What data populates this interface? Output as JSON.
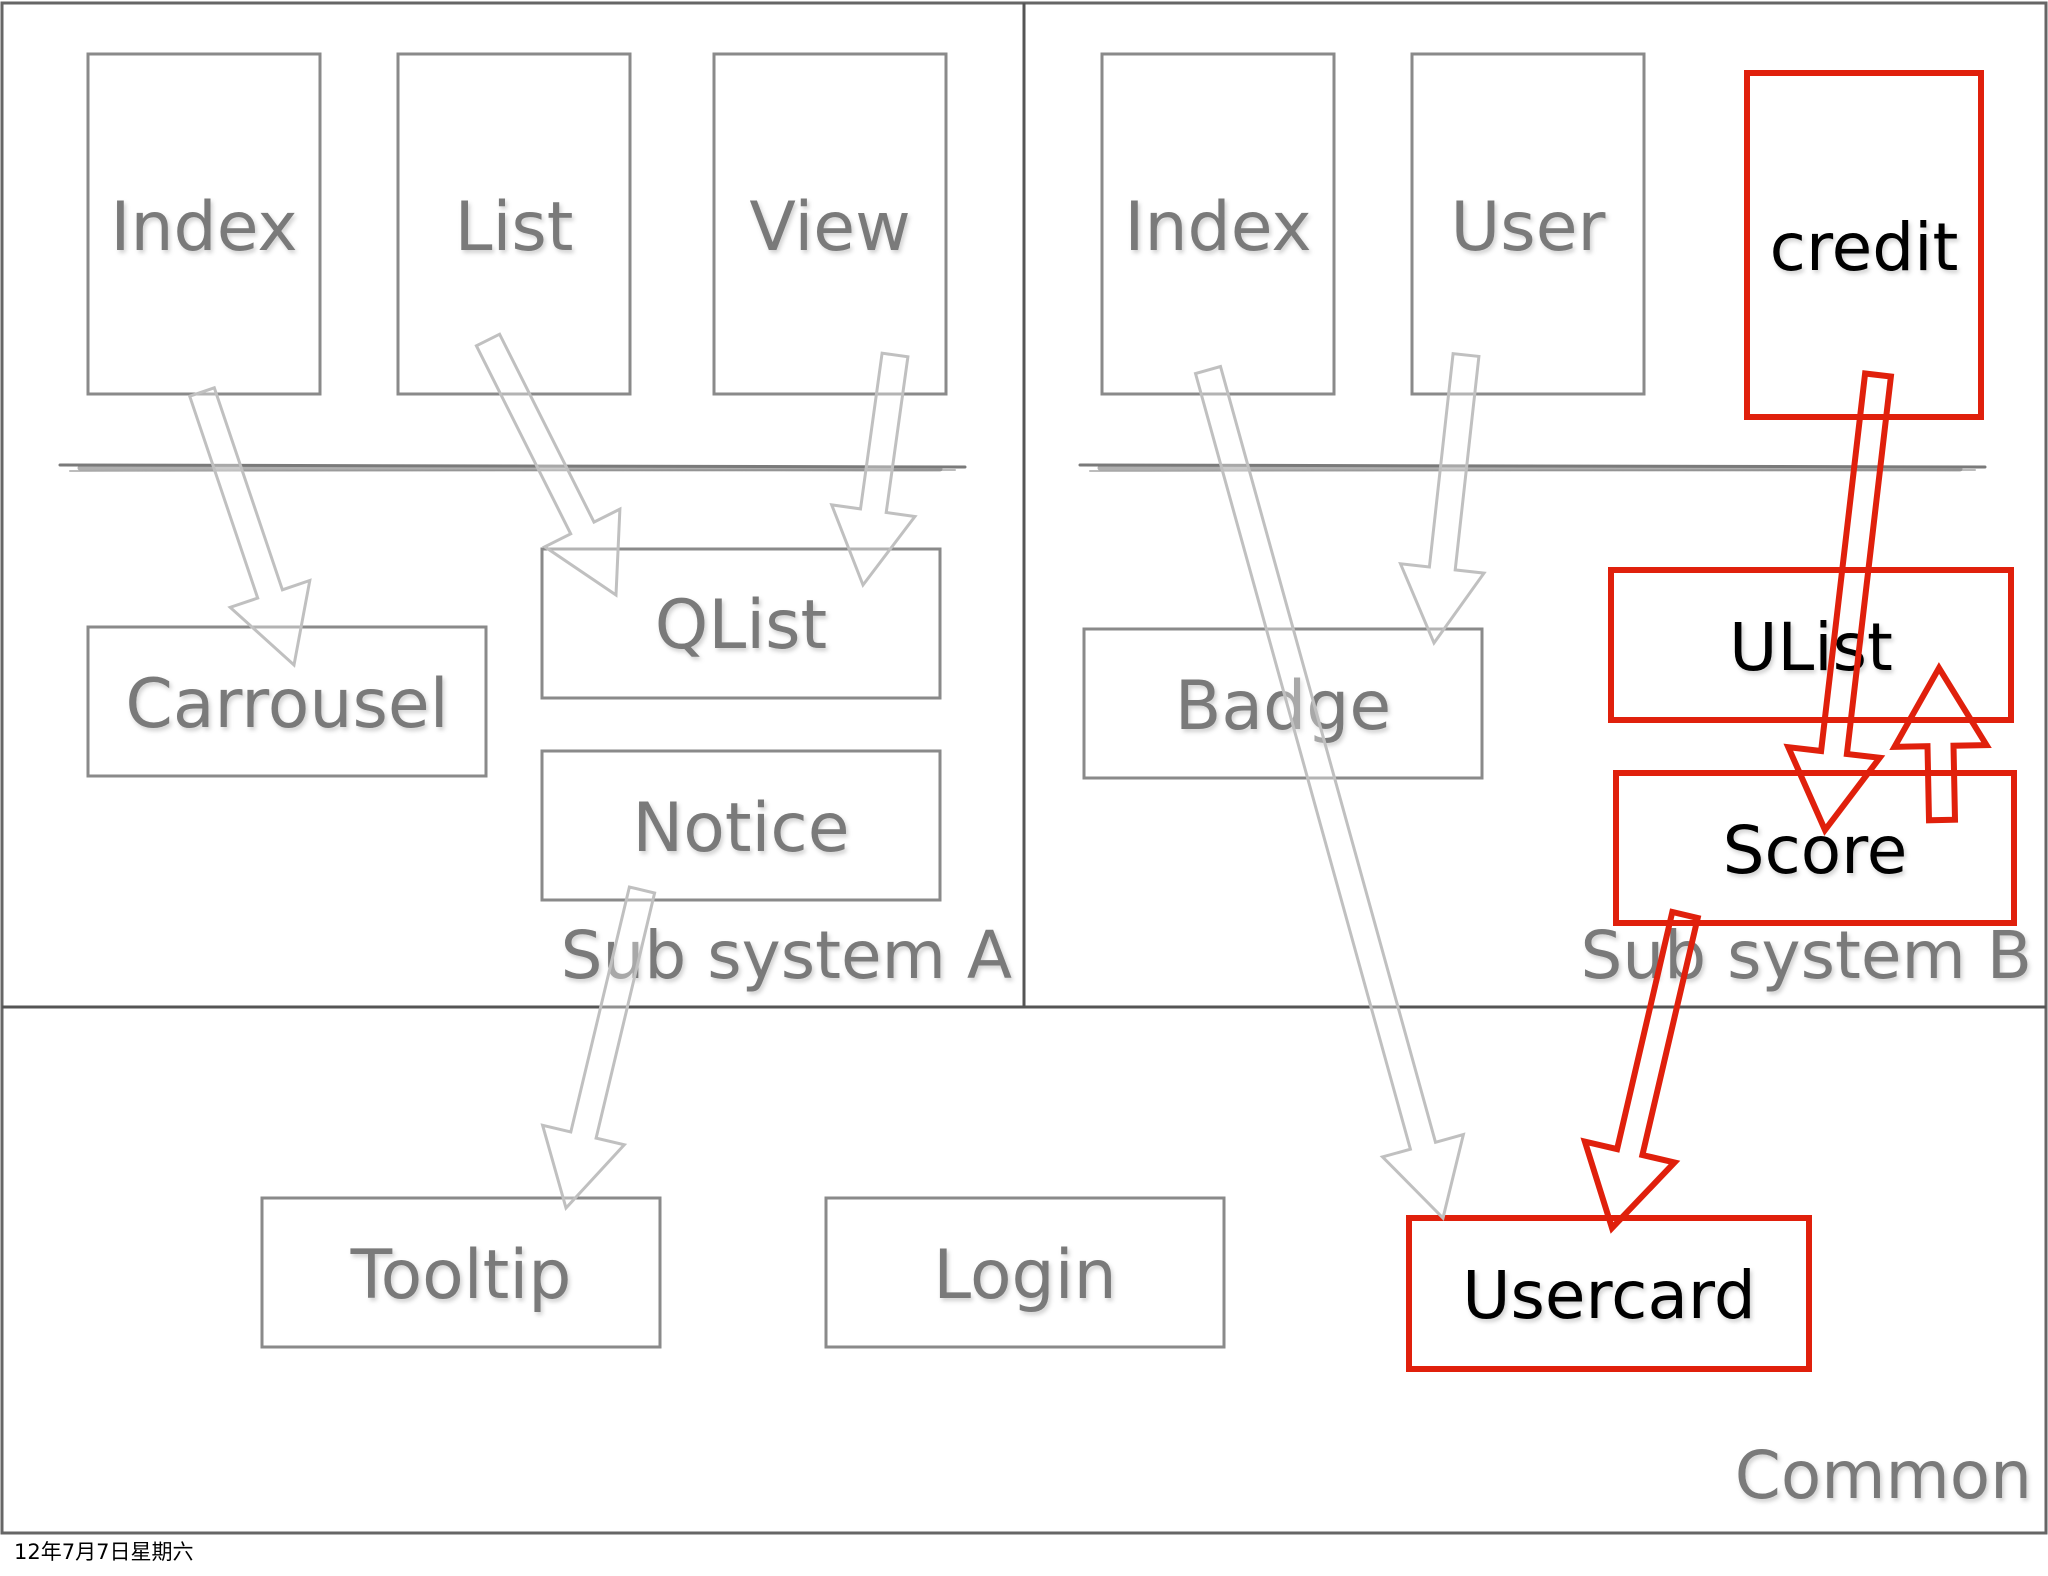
{
  "regions": {
    "sub_a": "Sub system A",
    "sub_b": "Sub system B",
    "common": "Common"
  },
  "nodes": {
    "a_index": "Index",
    "a_list": "List",
    "a_view": "View",
    "a_carrousel": "Carrousel",
    "a_qlist": "QList",
    "a_notice": "Notice",
    "b_index": "Index",
    "b_user": "User",
    "b_credit": "credit",
    "b_badge": "Badge",
    "b_ulist": "UList",
    "b_score": "Score",
    "c_tooltip": "Tooltip",
    "c_login": "Login",
    "c_usercard": "Usercard"
  },
  "footer": "12年7月7日星期六",
  "colors": {
    "gray_box": "#8a8a8a",
    "gray_text": "#7a7a7a",
    "highlight": "#e0200c",
    "highlight_text": "#000000",
    "arrow_gray": "#c0c0c0",
    "frame": "#555555"
  }
}
